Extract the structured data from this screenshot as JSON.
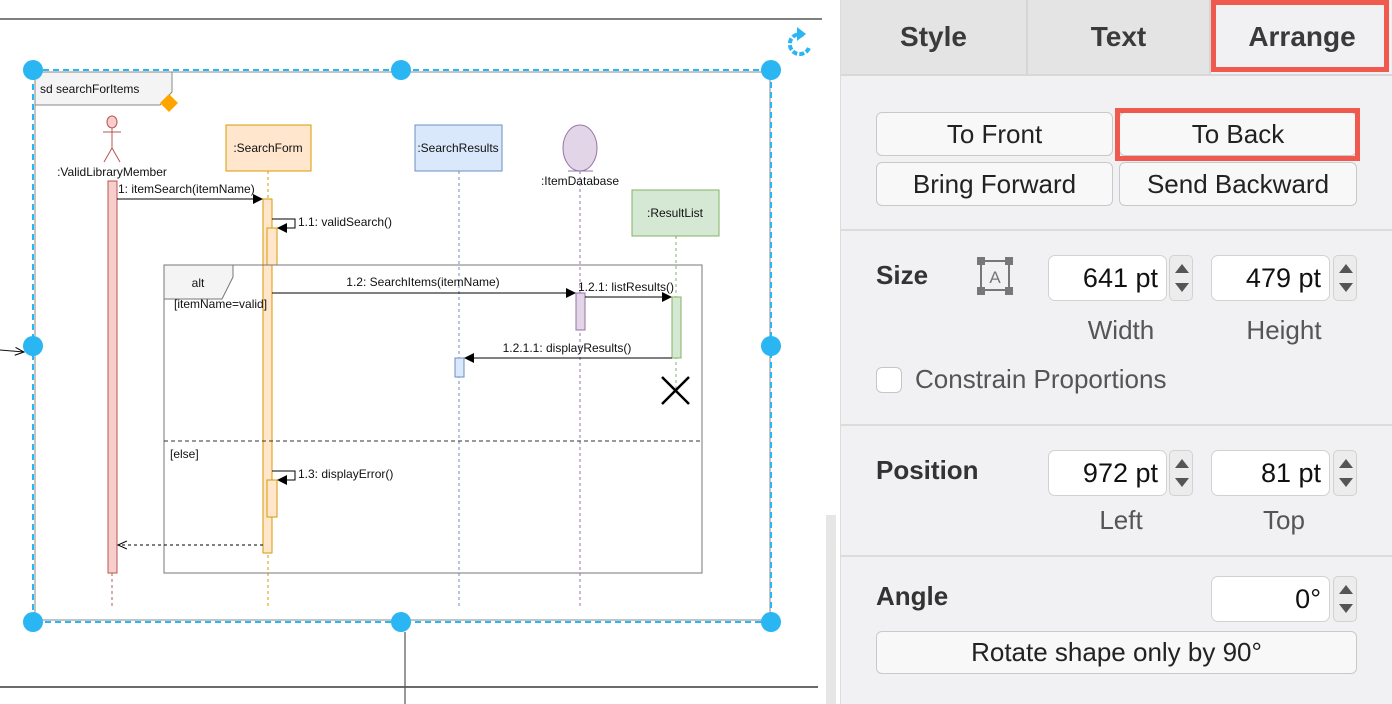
{
  "diagram": {
    "frame_label": "sd searchForItems",
    "lifelines": [
      {
        "label": ":ValidLibraryMember",
        "kind": "actor",
        "color": "#f8cecc"
      },
      {
        "label": ":SearchForm",
        "kind": "box",
        "color": "#ffe6cc"
      },
      {
        "label": ":SearchResults",
        "kind": "box",
        "color": "#dae8fc"
      },
      {
        "label": ":ItemDatabase",
        "kind": "entity",
        "color": "#e1d5e7"
      },
      {
        "label": ":ResultList",
        "kind": "box",
        "color": "#d5e8d4"
      }
    ],
    "messages": [
      "1: itemSearch(itemName)",
      "1.1: validSearch()",
      "1.2: SearchItems(itemName)",
      "1.2.1: listResults()",
      "1.2.1.1: displayResults()",
      "1.3: displayError()"
    ],
    "alt": {
      "label": "alt",
      "guard1": "[itemName=valid]",
      "guard2": "[else]"
    },
    "selection_color": "#29b6f2"
  },
  "panel": {
    "tabs": [
      "Style",
      "Text",
      "Arrange"
    ],
    "active_tab": "Arrange",
    "buttons": {
      "to_front": "To Front",
      "to_back": "To Back",
      "bring_forward": "Bring Forward",
      "send_backward": "Send Backward"
    },
    "size": {
      "label": "Size",
      "width": "641 pt",
      "height": "479 pt",
      "width_label": "Width",
      "height_label": "Height"
    },
    "constrain": {
      "label": "Constrain Proportions",
      "checked": false
    },
    "position": {
      "label": "Position",
      "left": "972 pt",
      "top": "81 pt",
      "left_label": "Left",
      "top_label": "Top"
    },
    "angle": {
      "label": "Angle",
      "value": "0°"
    },
    "rotate_button": "Rotate shape only by 90°",
    "highlight_color": "#f05a4e"
  }
}
